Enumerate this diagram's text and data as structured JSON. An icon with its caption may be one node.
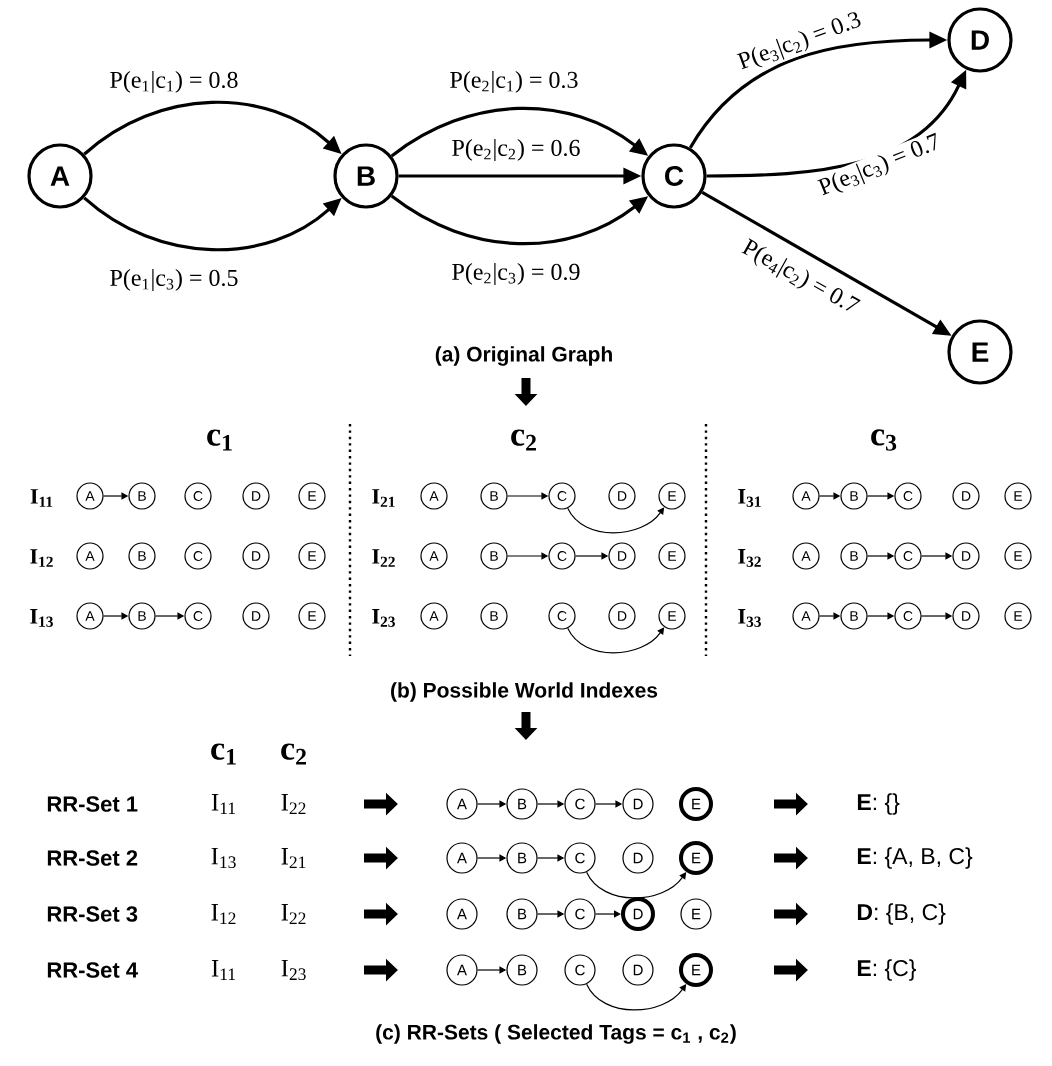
{
  "diagram": {
    "nodes": [
      {
        "text": [
          "A"
        ]
      },
      {
        "text": [
          "B"
        ]
      },
      {
        "text": [
          "C"
        ]
      },
      {
        "text": [
          "D"
        ]
      },
      {
        "text": [
          "E"
        ]
      },
      {
        "text": [
          "A"
        ]
      },
      {
        "text": [
          "B"
        ]
      },
      {
        "text": [
          "C"
        ]
      },
      {
        "text": [
          "D"
        ]
      },
      {
        "text": [
          "E"
        ]
      },
      {
        "text": [
          "A"
        ]
      },
      {
        "text": [
          "B"
        ]
      },
      {
        "text": [
          "C"
        ]
      },
      {
        "text": [
          "D"
        ]
      },
      {
        "text": [
          "E"
        ]
      },
      {
        "text": [
          "A"
        ]
      },
      {
        "text": [
          "B"
        ]
      },
      {
        "text": [
          "C"
        ]
      },
      {
        "text": [
          "D"
        ]
      },
      {
        "text": [
          "E"
        ]
      },
      {
        "text": [
          "A"
        ]
      },
      {
        "text": [
          "B"
        ]
      },
      {
        "text": [
          "C"
        ]
      },
      {
        "text": [
          "D"
        ]
      },
      {
        "text": [
          "E"
        ]
      },
      {
        "text": [
          "A"
        ]
      },
      {
        "text": [
          "B"
        ]
      },
      {
        "text": [
          "C"
        ]
      },
      {
        "text": [
          "D"
        ]
      },
      {
        "text": [
          "E"
        ]
      },
      {
        "text": [
          "A"
        ]
      },
      {
        "text": [
          "B"
        ]
      },
      {
        "text": [
          "C"
        ]
      },
      {
        "text": [
          "D"
        ]
      },
      {
        "text": [
          "E"
        ]
      },
      {
        "text": [
          "A"
        ]
      },
      {
        "text": [
          "B"
        ]
      },
      {
        "text": [
          "C"
        ]
      },
      {
        "text": [
          "D"
        ]
      },
      {
        "text": [
          "E"
        ]
      },
      {
        "text": [
          "A"
        ]
      },
      {
        "text": [
          "B"
        ]
      },
      {
        "text": [
          "C"
        ]
      },
      {
        "text": [
          "D"
        ]
      },
      {
        "text": [
          "E"
        ]
      },
      {
        "text": [
          "A"
        ]
      },
      {
        "text": [
          "B"
        ]
      },
      {
        "text": [
          "C"
        ]
      },
      {
        "text": [
          "D"
        ]
      },
      {
        "text": [
          "E"
        ]
      },
      {
        "text": [
          "A"
        ]
      },
      {
        "text": [
          "B"
        ]
      },
      {
        "text": [
          "C"
        ]
      },
      {
        "text": [
          "D"
        ]
      },
      {
        "text": [
          "E"
        ]
      },
      {
        "text": [
          "A"
        ]
      },
      {
        "text": [
          "B"
        ]
      },
      {
        "text": [
          "C"
        ]
      },
      {
        "text": [
          "D"
        ]
      },
      {
        "text": [
          "E"
        ]
      },
      {
        "text": [
          "A"
        ]
      },
      {
        "text": [
          "B"
        ]
      },
      {
        "text": [
          "C"
        ]
      },
      {
        "text": [
          "D"
        ]
      },
      {
        "text": [
          "E"
        ]
      },
      {
        "text": [
          "A"
        ]
      },
      {
        "text": [
          "B"
        ]
      },
      {
        "text": [
          "C"
        ]
      },
      {
        "text": [
          "D"
        ]
      },
      {
        "text": [
          "E"
        ]
      }
    ],
    "edges": [
      {
        "from": 0,
        "to": 1,
        "arrow": "to",
        "label": "P(e$_{1}$|c$_{1}$) = 0.8"
      },
      {
        "from": 0,
        "to": 1,
        "arrow": "to",
        "label": "P(e$_{1}$|c$_{3}$) = 0.5"
      },
      {
        "from": 1,
        "to": 2,
        "arrow": "to",
        "label": "P(e$_{2}$|c$_{1}$) = 0.3"
      },
      {
        "from": 1,
        "to": 2,
        "arrow": "to",
        "label": "P(e$_{2}$|c$_{2}$) = 0.6"
      },
      {
        "from": 1,
        "to": 2,
        "arrow": "to",
        "label": "P(e$_{2}$|c$_{3}$) = 0.9"
      },
      {
        "from": 2,
        "to": 3,
        "arrow": "to",
        "label": "P(e$_{3}$|c$_{2}$) = 0.3"
      },
      {
        "from": 2,
        "to": 3,
        "arrow": "to",
        "label": "P(e$_{3}$|c$_{3}$) = 0.7"
      },
      {
        "from": 2,
        "to": 4,
        "arrow": "to",
        "label": "P(e$_{4}$|c$_{2}$) = 0.7"
      },
      {
        "from": 5,
        "to": 6,
        "arrow": "to"
      },
      {
        "from": 11,
        "to": 12,
        "arrow": "to"
      },
      {
        "from": 12,
        "to": 14,
        "arrow": "to"
      },
      {
        "from": 15,
        "to": 16,
        "arrow": "to"
      },
      {
        "from": 16,
        "to": 17,
        "arrow": "to"
      },
      {
        "from": 26,
        "to": 27,
        "arrow": "to"
      },
      {
        "from": 27,
        "to": 28,
        "arrow": "to"
      },
      {
        "from": 31,
        "to": 32,
        "arrow": "to"
      },
      {
        "from": 32,
        "to": 33,
        "arrow": "to"
      },
      {
        "from": 35,
        "to": 36,
        "arrow": "to"
      },
      {
        "from": 36,
        "to": 37,
        "arrow": "to"
      },
      {
        "from": 42,
        "to": 44,
        "arrow": "to"
      },
      {
        "from": 45,
        "to": 46,
        "arrow": "to"
      },
      {
        "from": 46,
        "to": 47,
        "arrow": "to"
      },
      {
        "from": 47,
        "to": 48,
        "arrow": "to"
      },
      {
        "from": 50,
        "to": 51,
        "arrow": "to"
      },
      {
        "from": 51,
        "to": 52,
        "arrow": "to"
      },
      {
        "from": 52,
        "to": 53,
        "arrow": "to"
      },
      {
        "from": 55,
        "to": 56,
        "arrow": "to"
      },
      {
        "from": 56,
        "to": 57,
        "arrow": "to"
      },
      {
        "from": 57,
        "to": 59,
        "arrow": "to"
      },
      {
        "from": 61,
        "to": 62,
        "arrow": "to"
      },
      {
        "from": 62,
        "to": 63,
        "arrow": "to"
      },
      {
        "from": 65,
        "to": 66,
        "arrow": "to"
      },
      {
        "from": 67,
        "to": 69,
        "arrow": "to"
      }
    ],
    "labels": [
      "(a) Original Graph",
      "c$_{1}$",
      "c$_{2}$",
      "c$_{3}$",
      "I$_{11}$",
      "I$_{21}$",
      "I$_{31}$",
      "I$_{12}$",
      "I$_{22}$",
      "I$_{32}$",
      "I$_{13}$",
      "I$_{23}$",
      "I$_{33}$",
      "(b) Possible World Indexes",
      "c$_{1}$",
      "c$_{2}$",
      "RR-Set 1",
      "I$_{11}$",
      "I$_{22}$",
      "**E**: {}",
      "RR-Set 2",
      "I$_{13}$",
      "I$_{21}$",
      "**E**: {A, B, C}",
      "RR-Set 3",
      "I$_{12}$",
      "I$_{22}$",
      "**D**: {B, C}",
      "RR-Set 4",
      "I$_{11}$",
      "I$_{23}$",
      "**E**: {C}",
      "(c) RR-Sets ( Selected Tags = c$_{1}$ , c$_{2}$)"
    ]
  }
}
